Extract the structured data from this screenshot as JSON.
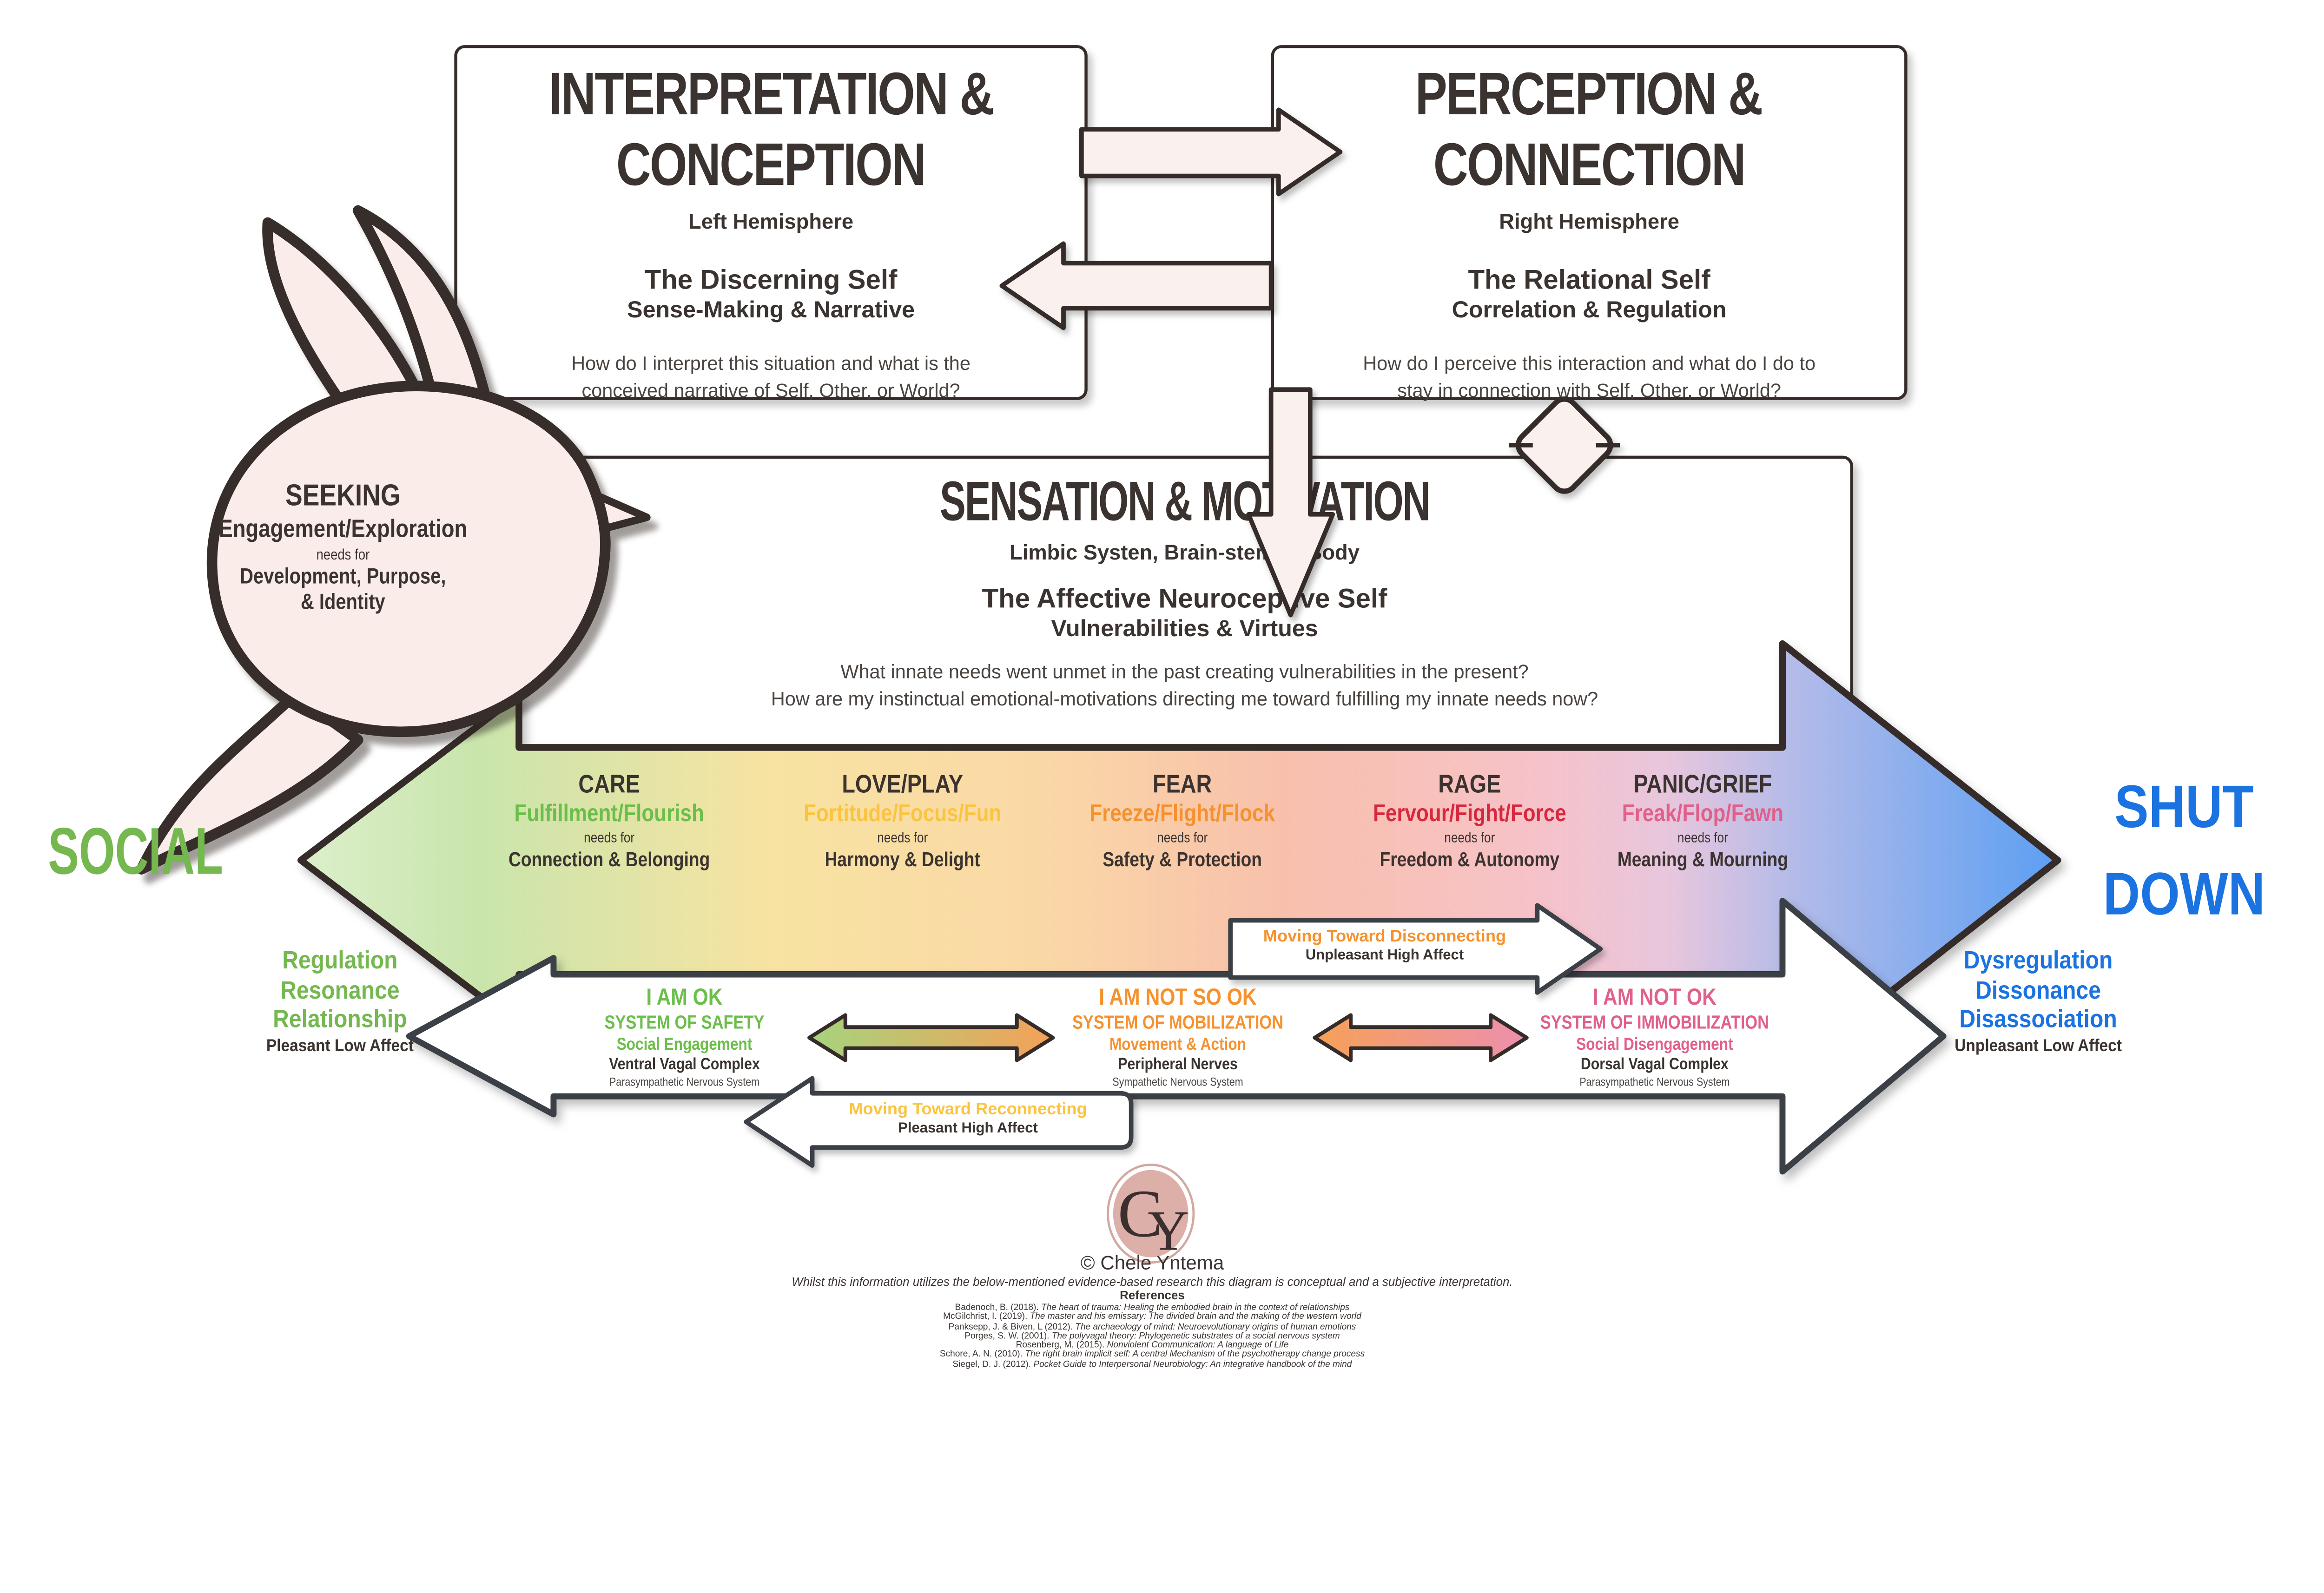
{
  "colors": {
    "dark": "#3b3330",
    "outline": "#352c29",
    "white_arrow_outline": "#3b3f46",
    "pink_shape": "#faf0ee",
    "social_green": "#74b84f",
    "shutdown_blue": "#1a73e0",
    "green": "#6cbe4b",
    "gold": "#fbc440",
    "orange": "#f5922f",
    "crimson": "#d6293e",
    "pink": "#e0608a",
    "logo_fill": "#dcafa9"
  },
  "boxes": {
    "interpretation": {
      "title1": "INTERPRETATION &",
      "title2": "CONCEPTION",
      "hemisphere": "Left Hemisphere",
      "self_title": "The Discerning Self",
      "self_subtitle": "Sense-Making & Narrative",
      "q1": "How do I interpret this situation and what is the",
      "q2": "conceived narrative of Self, Other, or World?"
    },
    "perception": {
      "title1": "PERCEPTION &",
      "title2": "CONNECTION",
      "hemisphere": "Right Hemisphere",
      "self_title": "The Relational Self",
      "self_subtitle": "Correlation & Regulation",
      "q1": "How do I perceive this interaction and what do I do to",
      "q2": "stay in connection with Self, Other, or World?"
    },
    "sensation": {
      "title": "SENSATION & MOTIVATION",
      "subtitle": "Limbic Systen, Brain-stem, & Body",
      "self_title": "The Affective Neuroceptive Self",
      "self_subtitle": "Vulnerabilities & Virtues",
      "q1": "What innate needs went unmet in the past creating vulnerabilities in the present?",
      "q2": "How are my instinctual emotional-motivations directing me toward fulfilling my innate needs now?"
    }
  },
  "seeking": {
    "title": "SEEKING",
    "subtitle": "Engagement/Exploration",
    "needs_label": "needs for",
    "needs1": "Development, Purpose,",
    "needs2": "& Identity"
  },
  "spectrum": {
    "left_label": "SOCIAL",
    "right_label1": "SHUT",
    "right_label2": "DOWN",
    "columns": [
      {
        "title": "CARE",
        "subtitle": "Fulfillment/Flourish",
        "needs_label": "needs for",
        "needs": "Connection & Belonging",
        "color": "#6cbe4b"
      },
      {
        "title": "LOVE/PLAY",
        "subtitle": "Fortitude/Focus/Fun",
        "needs_label": "needs for",
        "needs": "Harmony & Delight",
        "color": "#fbc440"
      },
      {
        "title": "FEAR",
        "subtitle": "Freeze/Flight/Flock",
        "needs_label": "needs for",
        "needs": "Safety & Protection",
        "color": "#f5922f"
      },
      {
        "title": "RAGE",
        "subtitle": "Fervour/Fight/Force",
        "needs_label": "needs for",
        "needs": "Freedom & Autonomy",
        "color": "#d6293e"
      },
      {
        "title": "PANIC/GRIEF",
        "subtitle": "Freak/Flop/Fawn",
        "needs_label": "needs for",
        "needs": "Meaning & Mourning",
        "color": "#e0608a"
      }
    ]
  },
  "states": {
    "left_lines": [
      "Regulation",
      "Resonance",
      "Relationship"
    ],
    "left_affect": "Pleasant Low Affect",
    "right_lines": [
      "Dysregulation",
      "Dissonance",
      "Disassociation"
    ],
    "right_affect": "Unpleasant Low Affect",
    "blocks": [
      {
        "title": "I AM OK",
        "system": "SYSTEM OF SAFETY",
        "mode": "Social Engagement",
        "complex": "Ventral Vagal Complex",
        "nervous": "Parasympathetic Nervous System",
        "color": "#6cbe4b"
      },
      {
        "title": "I AM NOT SO OK",
        "system": "SYSTEM OF MOBILIZATION",
        "mode": "Movement & Action",
        "complex": "Peripheral Nerves",
        "nervous": "Sympathetic Nervous System",
        "color": "#f5922f"
      },
      {
        "title": "I AM NOT OK",
        "system": "SYSTEM OF IMMOBILIZATION",
        "mode": "Social Disengagement",
        "complex": "Dorsal Vagal Complex",
        "nervous": "Parasympathetic Nervous System",
        "color": "#e0608a"
      }
    ]
  },
  "transitions": {
    "disconnecting_title": "Moving Toward Disconnecting",
    "disconnecting_affect": "Unpleasant High Affect",
    "reconnecting_title": "Moving Toward Reconnecting",
    "reconnecting_affect": "Pleasant High Affect"
  },
  "footer": {
    "monogram_c": "C",
    "monogram_y": "Y",
    "copyright": "© Chele Yntema",
    "disclaimer": "Whilst this information utilizes the below-mentioned evidence-based research this diagram is conceptual and a subjective interpretation.",
    "references_title": "References",
    "references": [
      {
        "pre": "Badenoch, B. (2018). ",
        "title": "The heart of trauma: Healing the embodied brain in the context of relationships"
      },
      {
        "pre": "McGilchrist, I. (2019). ",
        "title": "The master and his emissary: The divided brain and the making of the western world"
      },
      {
        "pre": "Panksepp, J. & Biven, L (2012). ",
        "title": "The archaeology of mind: Neuroevolutionary origins of human emotions"
      },
      {
        "pre": "Porges, S. W. (2001). ",
        "title": "The polyvagal theory: Phylogenetic substrates of a social nervous system"
      },
      {
        "pre": "Rosenberg, M. (2015). ",
        "title": "Nonviolent Communication: A language of Life"
      },
      {
        "pre": "Schore, A. N. (2010). ",
        "title": "The right brain implicit self: A central Mechanism of the psychotherapy change process"
      },
      {
        "pre": "Siegel, D. J. (2012). ",
        "title": "Pocket Guide to Interpersonal Neurobiology: An integrative handbook of the mind"
      }
    ]
  }
}
